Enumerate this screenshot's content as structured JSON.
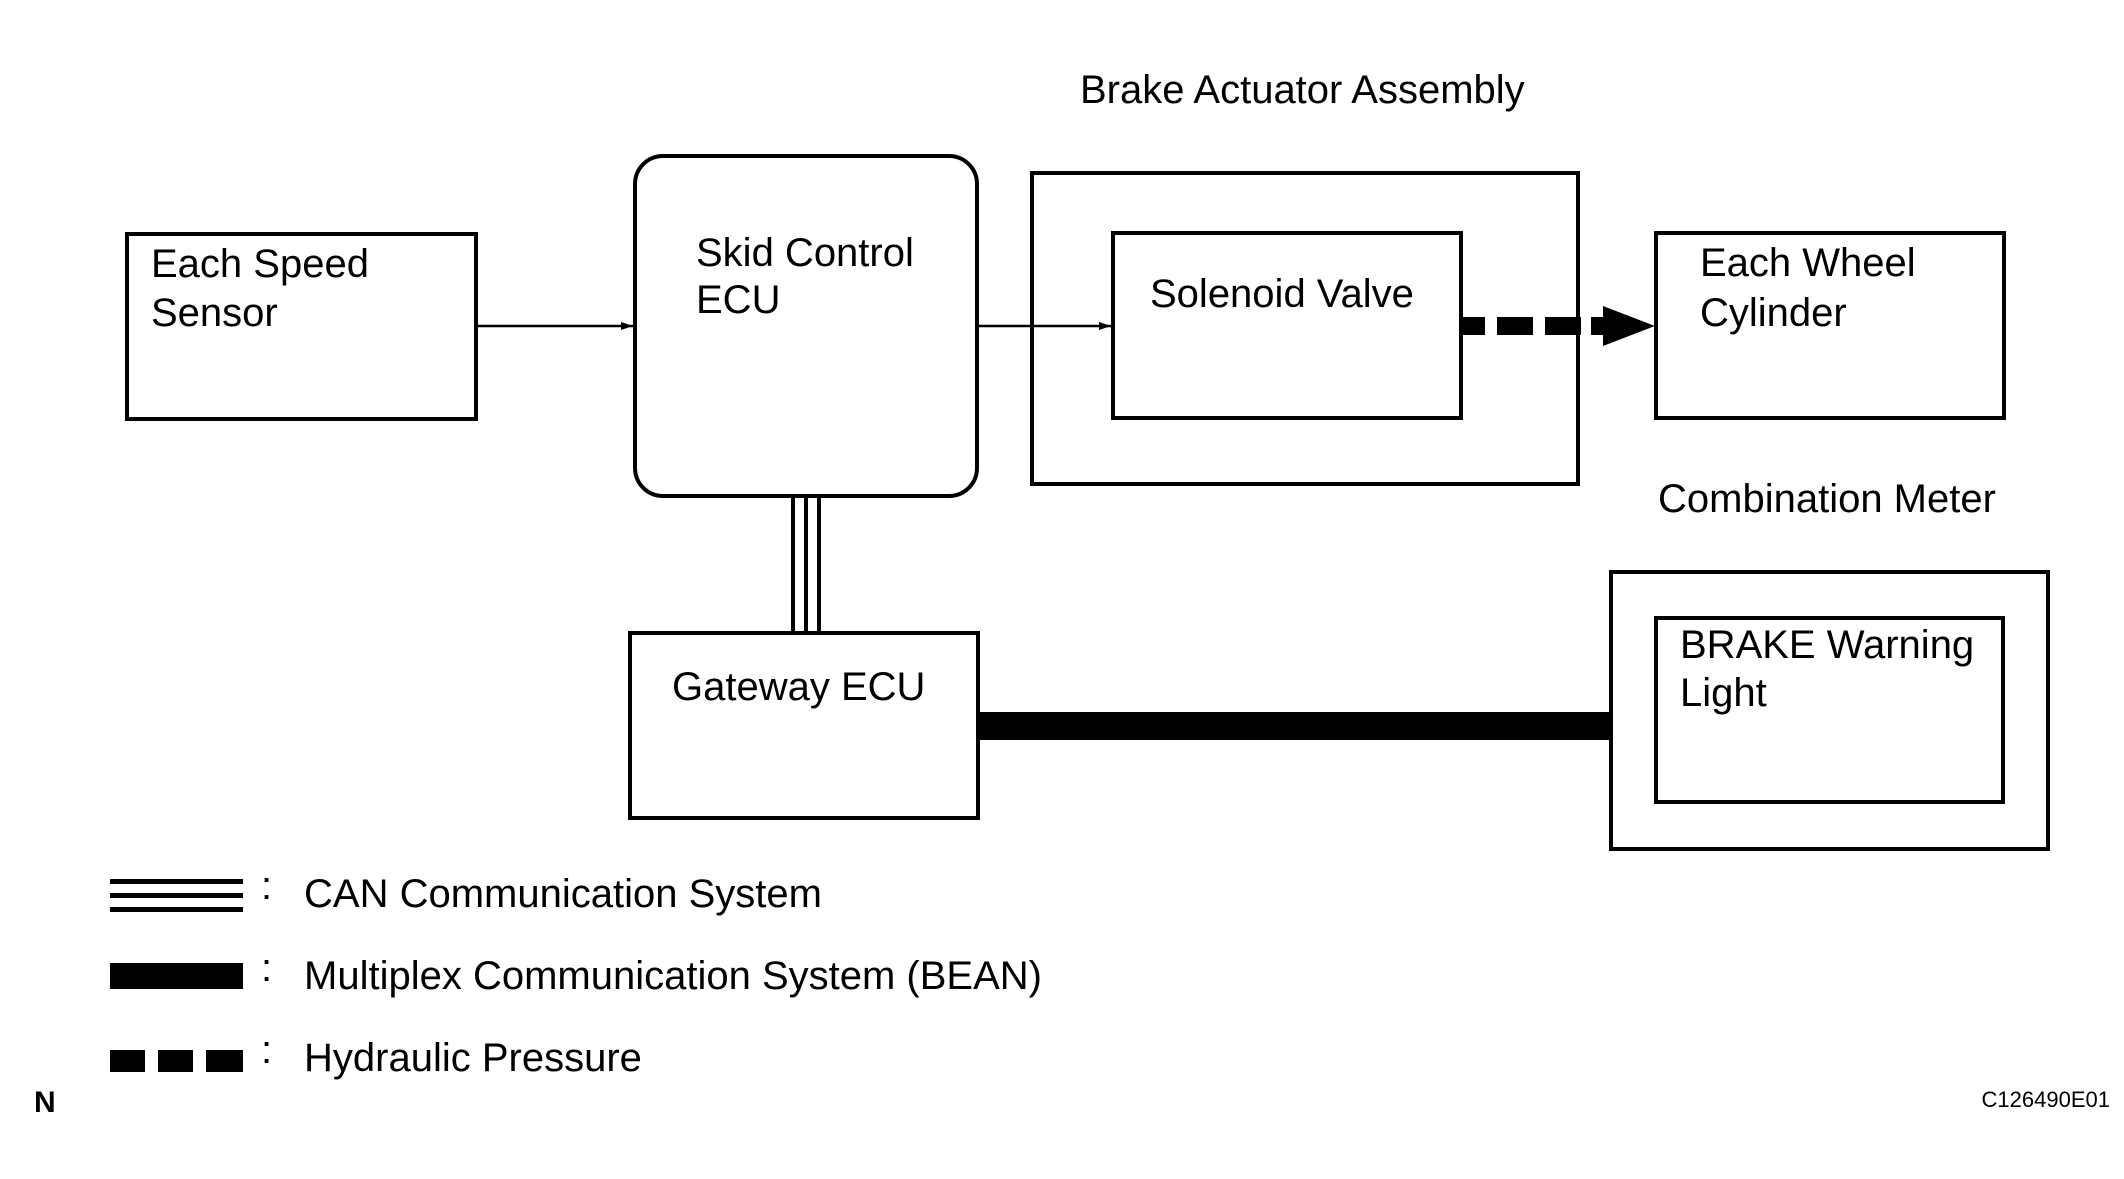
{
  "labels": {
    "brake_actuator_assembly": "Brake Actuator Assembly",
    "combination_meter": "Combination Meter"
  },
  "boxes": {
    "speed_sensor": {
      "line1": "Each Speed",
      "line2": "Sensor"
    },
    "skid_control_ecu": {
      "line1": "Skid Control",
      "line2": "ECU"
    },
    "solenoid_valve": {
      "line1": "Solenoid Valve"
    },
    "wheel_cylinder": {
      "line1": "Each Wheel",
      "line2": "Cylinder"
    },
    "gateway_ecu": {
      "line1": "Gateway ECU"
    },
    "brake_warning_light": {
      "line1": "BRAKE Warning",
      "line2": "Light"
    }
  },
  "legend": {
    "colon": ":",
    "can": "CAN Communication System",
    "bean": "Multiplex Communication System (BEAN)",
    "hydraulic": "Hydraulic Pressure"
  },
  "corner_label": "N",
  "figure_code": "C126490E01"
}
